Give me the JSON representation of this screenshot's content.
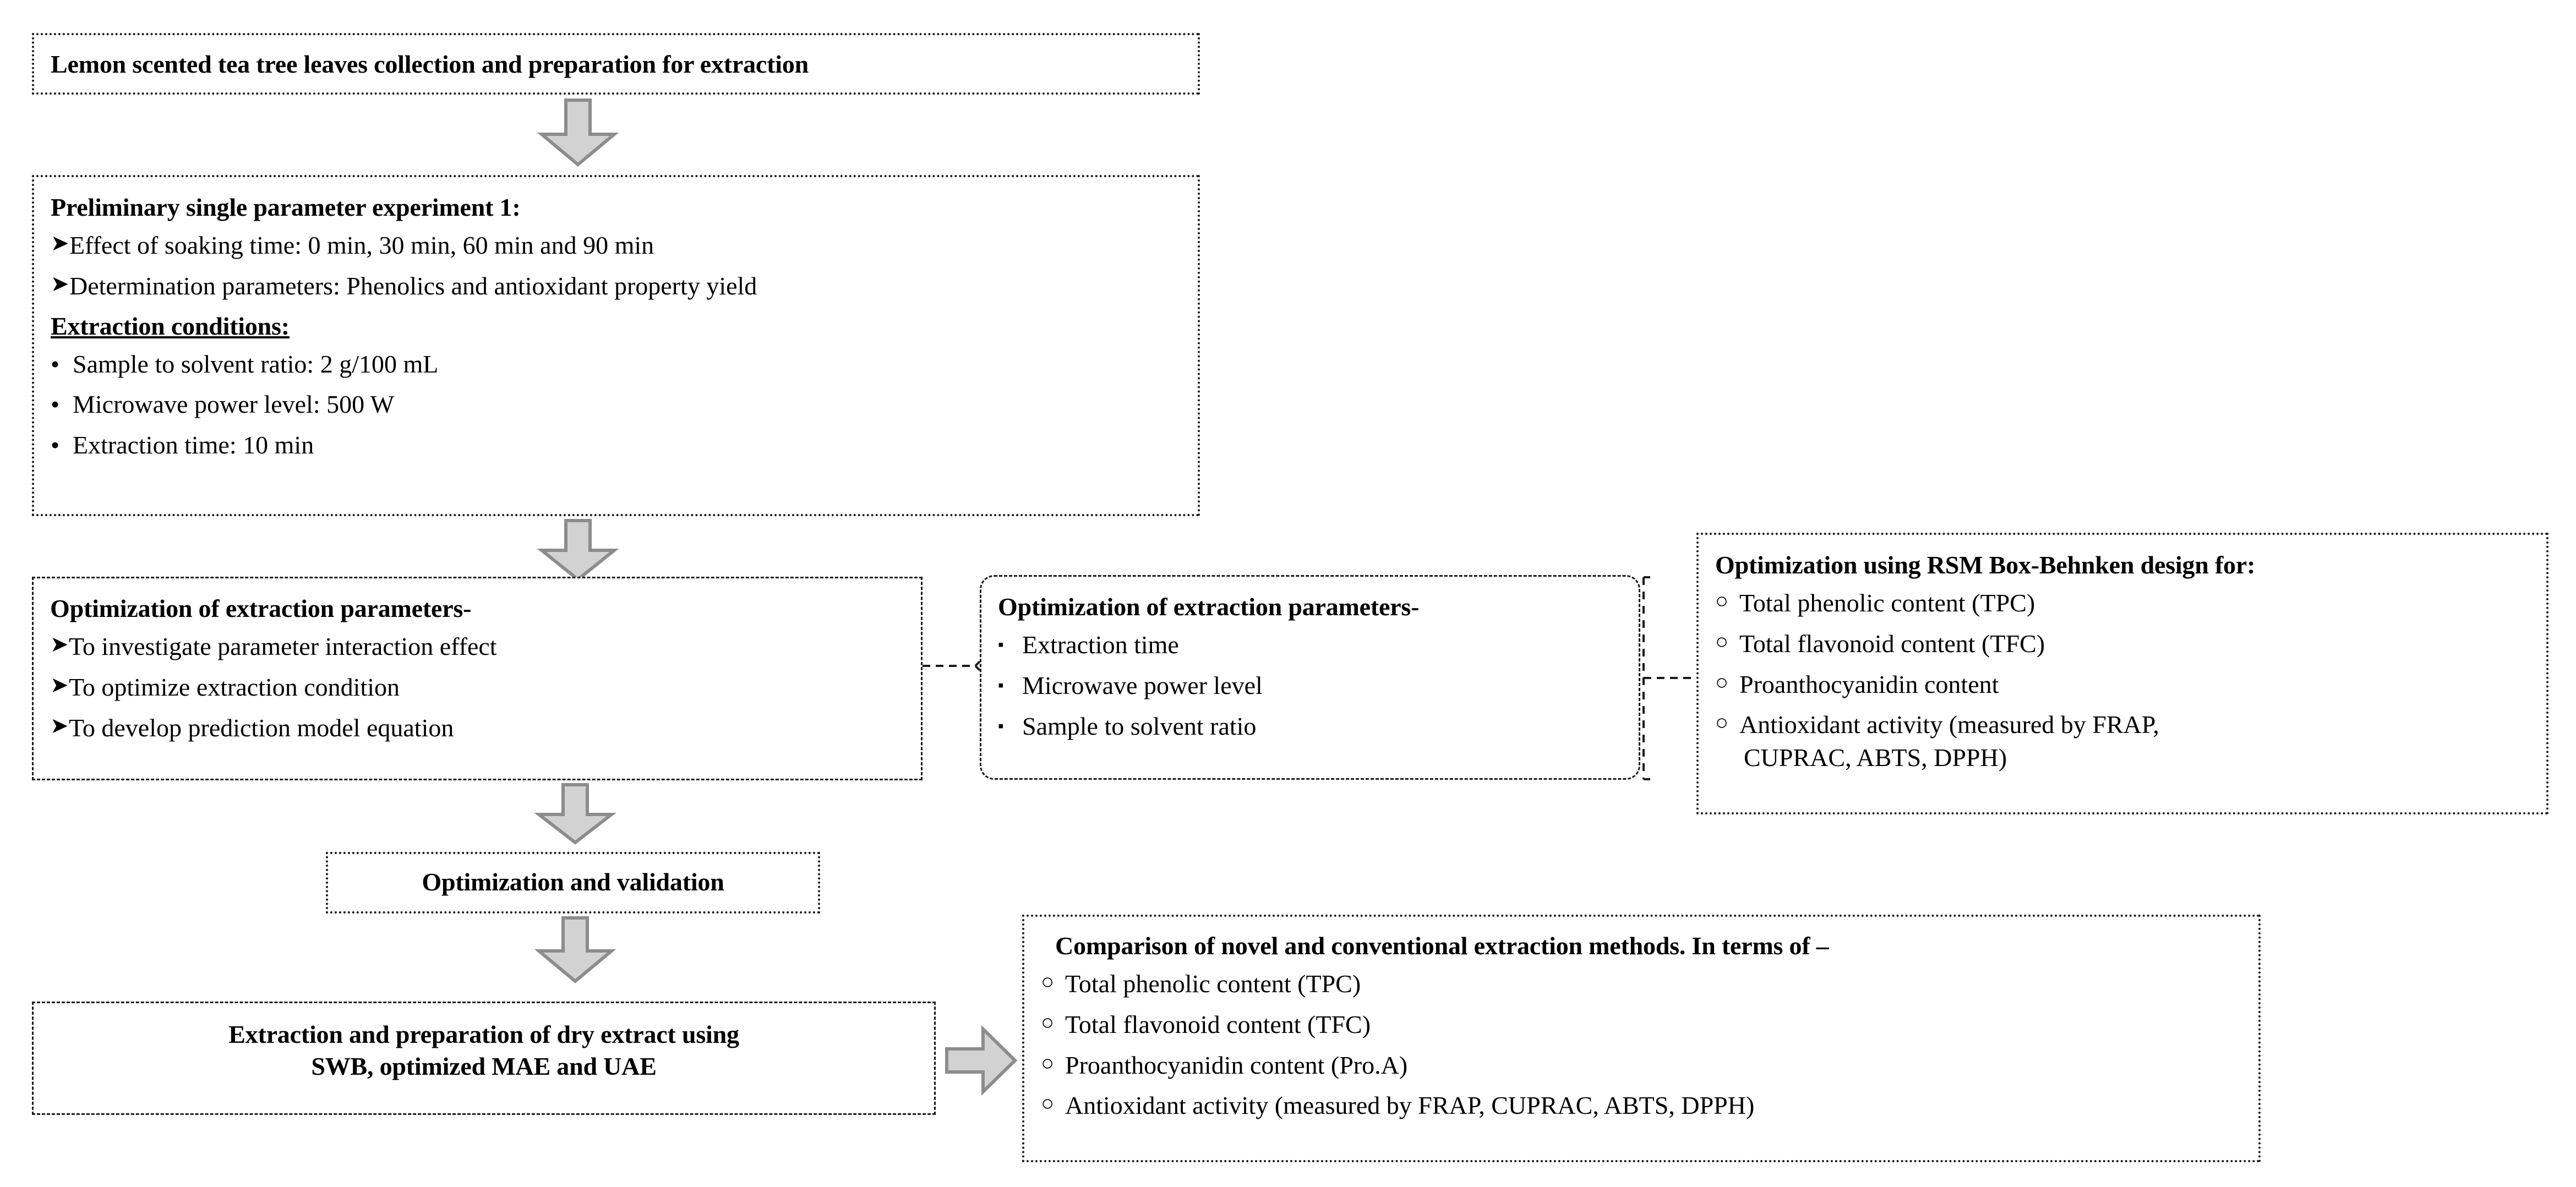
{
  "figure": {
    "type": "process-flowchart",
    "title": "Lemon scented tea tree extraction optimization workflow"
  },
  "nodes": {
    "collection": {
      "heading": "Lemon scented tea tree leaves collection and preparation for extraction"
    },
    "preliminary": {
      "heading": "Preliminary single parameter experiment 1:",
      "arrow_items": [
        "Effect of soaking time: 0 min, 30 min, 60 min and 90 min",
        "Determination parameters: Phenolics and antioxidant property yield"
      ],
      "subheading": "Extraction conditions:",
      "bullet_items": [
        "Sample to solvent ratio: 2 g/100 mL",
        "Microwave power level: 500 W",
        "Extraction time: 10 min"
      ]
    },
    "optimization_left": {
      "heading": "Optimization of extraction parameters-",
      "arrow_items": [
        "To investigate parameter interaction effect",
        "To optimize extraction condition",
        "To develop prediction model equation"
      ]
    },
    "optimization_middle": {
      "heading": "Optimization of extraction parameters-",
      "square_items": [
        "Extraction time",
        "Microwave power level",
        "Sample to solvent ratio"
      ]
    },
    "rsm": {
      "heading": "Optimization using RSM Box-Behnken design for:",
      "circle_items": [
        {
          "text": "Total phenolic content (TPC)",
          "continuation": ""
        },
        {
          "text": "Total flavonoid content (TFC)",
          "continuation": ""
        },
        {
          "text": "Proanthocyanidin content",
          "continuation": ""
        },
        {
          "text": "Antioxidant activity (measured by FRAP,",
          "continuation": "CUPRAC, ABTS, DPPH)"
        }
      ]
    },
    "validation": {
      "heading": "Optimization and validation"
    },
    "extraction": {
      "heading_line_1": "Extraction and preparation of dry extract using",
      "heading_line_2": "SWB, optimized MAE and UAE"
    },
    "comparison": {
      "heading": "Comparison of novel and conventional extraction methods. In terms of –",
      "circle_items": [
        "Total phenolic content (TPC)",
        "Total flavonoid content (TFC)",
        "Proanthocyanidin content (Pro.A)",
        "Antioxidant activity (measured by FRAP, CUPRAC, ABTS, DPPH)"
      ]
    }
  },
  "markers": {
    "arrow_bullet": "➤",
    "square_bullet": "▪",
    "circle_bullet": "○",
    "dot_bullet": "•"
  },
  "connectors": {
    "down_arrow_1": {
      "from": "collection",
      "to": "preliminary"
    },
    "down_arrow_2": {
      "from": "preliminary",
      "to": "optimization_left"
    },
    "down_arrow_3": {
      "from": "optimization_left",
      "to": "validation"
    },
    "down_arrow_4": {
      "from": "validation",
      "to": "extraction"
    },
    "right_arrow_1": {
      "from": "extraction",
      "to": "comparison"
    },
    "elbow_1": {
      "from": "optimization_left",
      "to": "optimization_middle"
    },
    "elbow_2": {
      "from": "optimization_middle",
      "to": "rsm"
    }
  },
  "colors": {
    "arrow_fill": "#d2d2d2",
    "arrow_stroke": "#8c8c8c",
    "box_border": "#1a1a1a",
    "text": "#000000",
    "background": "#ffffff"
  }
}
